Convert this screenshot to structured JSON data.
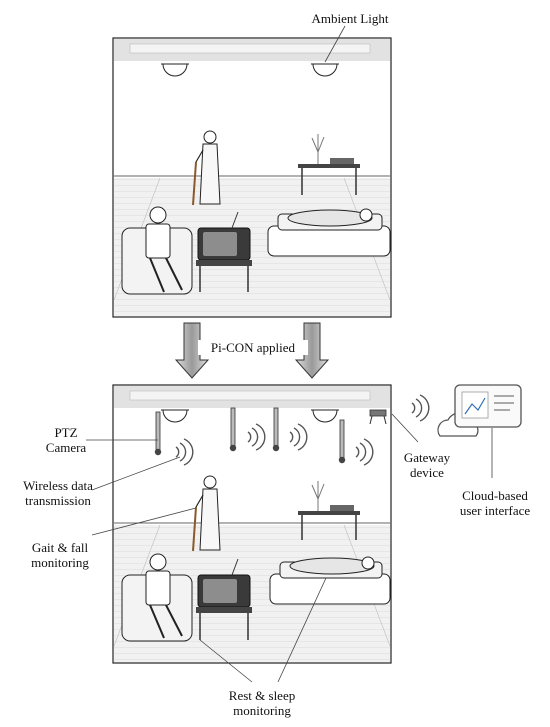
{
  "labels": {
    "ambient_light": "Ambient Light",
    "picon_applied": "Pi-CON applied",
    "ptz_camera_line1": "PTZ",
    "ptz_camera_line2": "Camera",
    "wireless_line1": "Wireless data",
    "wireless_line2": "transmission",
    "gait_line1": "Gait & fall",
    "gait_line2": "monitoring",
    "gateway_line1": "Gateway",
    "gateway_line2": "device",
    "cloud_line1": "Cloud-based",
    "cloud_line2": "user interface",
    "rest_line1": "Rest & sleep",
    "rest_line2": "monitoring"
  },
  "icons": {
    "lamp": "ceiling-lamp-icon",
    "camera": "ptz-camera-icon",
    "signal": "wireless-signal-icon",
    "gateway": "gateway-device-icon",
    "cloud": "cloud-icon",
    "monitor": "monitor-icon",
    "arrow": "down-arrow-icon"
  }
}
